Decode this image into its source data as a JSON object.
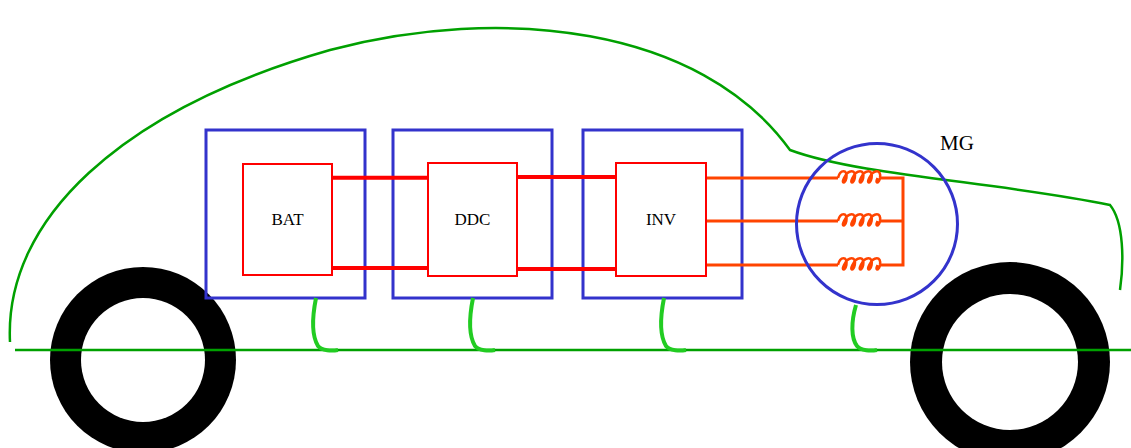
{
  "diagram": {
    "nodes": [
      {
        "text": [
          "BAT"
        ]
      },
      {
        "text": [
          "DDC"
        ]
      },
      {
        "text": [
          "INV"
        ]
      },
      {
        "text": [
          "MG"
        ]
      }
    ],
    "edges": [
      {
        "from": 0,
        "to": 1,
        "arrow": "none"
      },
      {
        "from": 1,
        "to": 2,
        "arrow": "none"
      },
      {
        "from": 2,
        "to": 3,
        "arrow": "none"
      }
    ]
  }
}
